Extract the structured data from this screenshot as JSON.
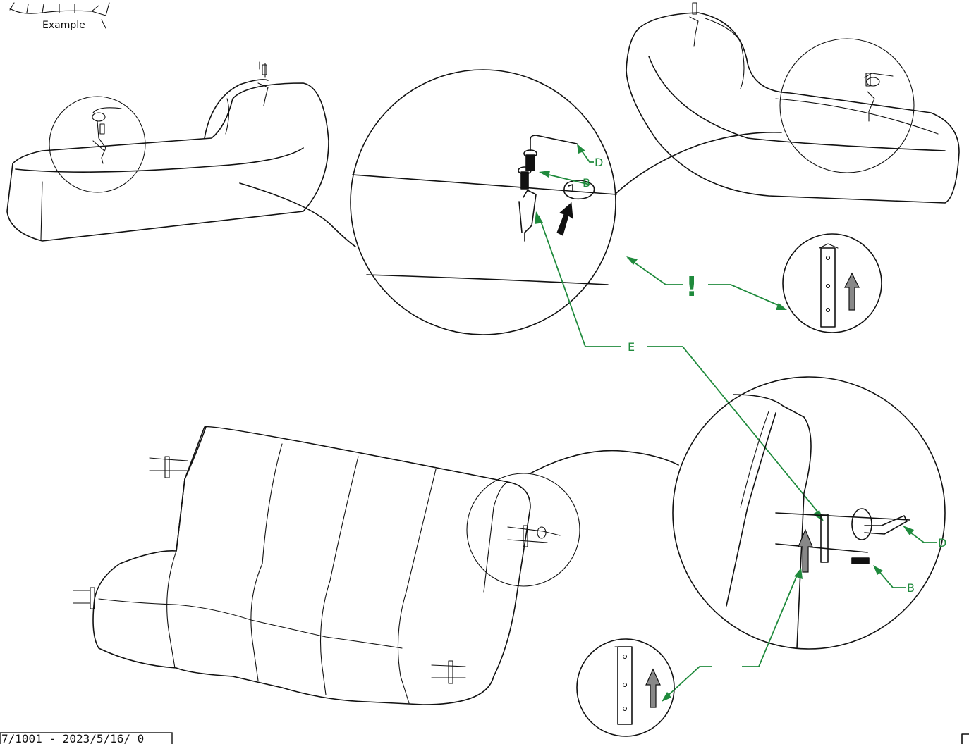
{
  "example_caption": "Example",
  "warning_symbol": "!",
  "labels": {
    "D": "D",
    "B": "B",
    "E": "E"
  },
  "footer_code": "7/1001 - 2023/5/16/ 0",
  "colors": {
    "callout": "#1f8a3c",
    "ink": "#111111",
    "arrow_gray": "#888888"
  }
}
